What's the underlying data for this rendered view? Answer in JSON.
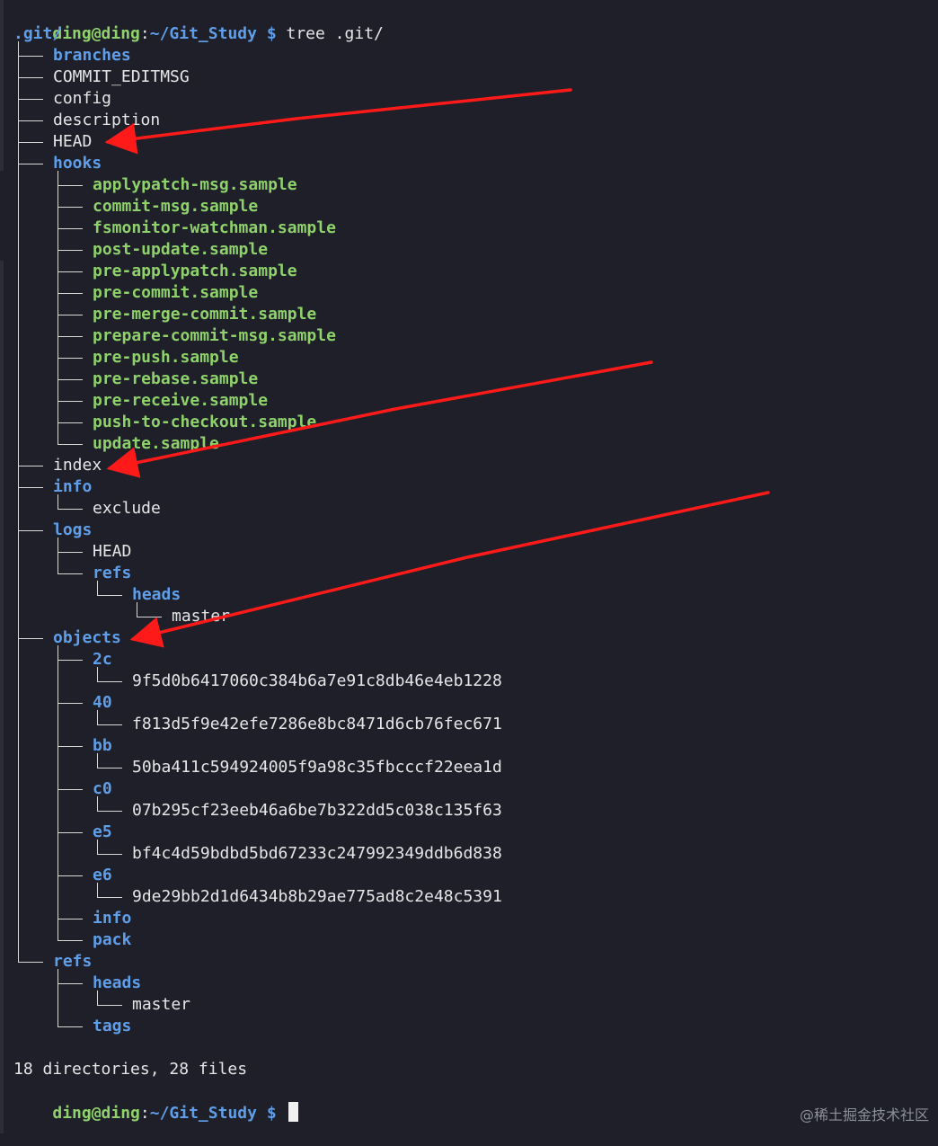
{
  "prompt": {
    "user_host": "ding@ding",
    "sep": ":",
    "path": "~/Git_Study",
    "symbol": "$",
    "command": "tree .git/"
  },
  "tree": [
    {
      "text": ".git/",
      "depth": 0,
      "kind": "dir",
      "last": true,
      "root": true
    },
    {
      "text": "branches",
      "depth": 1,
      "kind": "dir",
      "last": false
    },
    {
      "text": "COMMIT_EDITMSG",
      "depth": 1,
      "kind": "file",
      "last": false
    },
    {
      "text": "config",
      "depth": 1,
      "kind": "file",
      "last": false
    },
    {
      "text": "description",
      "depth": 1,
      "kind": "file",
      "last": false
    },
    {
      "text": "HEAD",
      "depth": 1,
      "kind": "file",
      "last": false
    },
    {
      "text": "hooks",
      "depth": 1,
      "kind": "dir",
      "last": false
    },
    {
      "text": "applypatch-msg.sample",
      "depth": 2,
      "kind": "exec",
      "last": false
    },
    {
      "text": "commit-msg.sample",
      "depth": 2,
      "kind": "exec",
      "last": false
    },
    {
      "text": "fsmonitor-watchman.sample",
      "depth": 2,
      "kind": "exec",
      "last": false
    },
    {
      "text": "post-update.sample",
      "depth": 2,
      "kind": "exec",
      "last": false
    },
    {
      "text": "pre-applypatch.sample",
      "depth": 2,
      "kind": "exec",
      "last": false
    },
    {
      "text": "pre-commit.sample",
      "depth": 2,
      "kind": "exec",
      "last": false
    },
    {
      "text": "pre-merge-commit.sample",
      "depth": 2,
      "kind": "exec",
      "last": false
    },
    {
      "text": "prepare-commit-msg.sample",
      "depth": 2,
      "kind": "exec",
      "last": false
    },
    {
      "text": "pre-push.sample",
      "depth": 2,
      "kind": "exec",
      "last": false
    },
    {
      "text": "pre-rebase.sample",
      "depth": 2,
      "kind": "exec",
      "last": false
    },
    {
      "text": "pre-receive.sample",
      "depth": 2,
      "kind": "exec",
      "last": false
    },
    {
      "text": "push-to-checkout.sample",
      "depth": 2,
      "kind": "exec",
      "last": false
    },
    {
      "text": "update.sample",
      "depth": 2,
      "kind": "exec",
      "last": true
    },
    {
      "text": "index",
      "depth": 1,
      "kind": "file",
      "last": false
    },
    {
      "text": "info",
      "depth": 1,
      "kind": "dir",
      "last": false
    },
    {
      "text": "exclude",
      "depth": 2,
      "kind": "file",
      "last": true
    },
    {
      "text": "logs",
      "depth": 1,
      "kind": "dir",
      "last": false
    },
    {
      "text": "HEAD",
      "depth": 2,
      "kind": "file",
      "last": false
    },
    {
      "text": "refs",
      "depth": 2,
      "kind": "dir",
      "last": true
    },
    {
      "text": "heads",
      "depth": 3,
      "kind": "dir",
      "last": true
    },
    {
      "text": "master",
      "depth": 4,
      "kind": "file",
      "last": true
    },
    {
      "text": "objects",
      "depth": 1,
      "kind": "dir",
      "last": false
    },
    {
      "text": "2c",
      "depth": 2,
      "kind": "dir",
      "last": false
    },
    {
      "text": "9f5d0b6417060c384b6a7e91c8db46e4eb1228",
      "depth": 3,
      "kind": "file",
      "last": true
    },
    {
      "text": "40",
      "depth": 2,
      "kind": "dir",
      "last": false
    },
    {
      "text": "f813d5f9e42efe7286e8bc8471d6cb76fec671",
      "depth": 3,
      "kind": "file",
      "last": true
    },
    {
      "text": "bb",
      "depth": 2,
      "kind": "dir",
      "last": false
    },
    {
      "text": "50ba411c594924005f9a98c35fbcccf22eea1d",
      "depth": 3,
      "kind": "file",
      "last": true
    },
    {
      "text": "c0",
      "depth": 2,
      "kind": "dir",
      "last": false
    },
    {
      "text": "07b295cf23eeb46a6be7b322dd5c038c135f63",
      "depth": 3,
      "kind": "file",
      "last": true
    },
    {
      "text": "e5",
      "depth": 2,
      "kind": "dir",
      "last": false
    },
    {
      "text": "bf4c4d59bdbd5bd67233c247992349ddb6d838",
      "depth": 3,
      "kind": "file",
      "last": true
    },
    {
      "text": "e6",
      "depth": 2,
      "kind": "dir",
      "last": false
    },
    {
      "text": "9de29bb2d1d6434b8b29ae775ad8c2e48c5391",
      "depth": 3,
      "kind": "file",
      "last": true
    },
    {
      "text": "info",
      "depth": 2,
      "kind": "dir",
      "last": false
    },
    {
      "text": "pack",
      "depth": 2,
      "kind": "dir",
      "last": true
    },
    {
      "text": "refs",
      "depth": 1,
      "kind": "dir",
      "last": true
    },
    {
      "text": "heads",
      "depth": 2,
      "kind": "dir",
      "last": false
    },
    {
      "text": "master",
      "depth": 3,
      "kind": "file",
      "last": true
    },
    {
      "text": "tags",
      "depth": 2,
      "kind": "dir",
      "last": true
    }
  ],
  "summary": "18 directories, 28 files",
  "prompt2": {
    "user_host": "ding@ding",
    "sep": ":",
    "path": "~/Git_Study",
    "symbol": "$"
  },
  "watermark": "@稀土掘金技术社区",
  "colors": {
    "background": "#1e1f29",
    "dir": "#5f9ee8",
    "exec": "#8fd16a",
    "file": "#e6e6e6",
    "arrow": "#ff1a1a"
  },
  "annotations": [
    {
      "name": "arrow-to-HEAD",
      "points_to": "HEAD"
    },
    {
      "name": "arrow-to-index",
      "points_to": "index"
    },
    {
      "name": "arrow-to-objects",
      "points_to": "objects"
    }
  ]
}
